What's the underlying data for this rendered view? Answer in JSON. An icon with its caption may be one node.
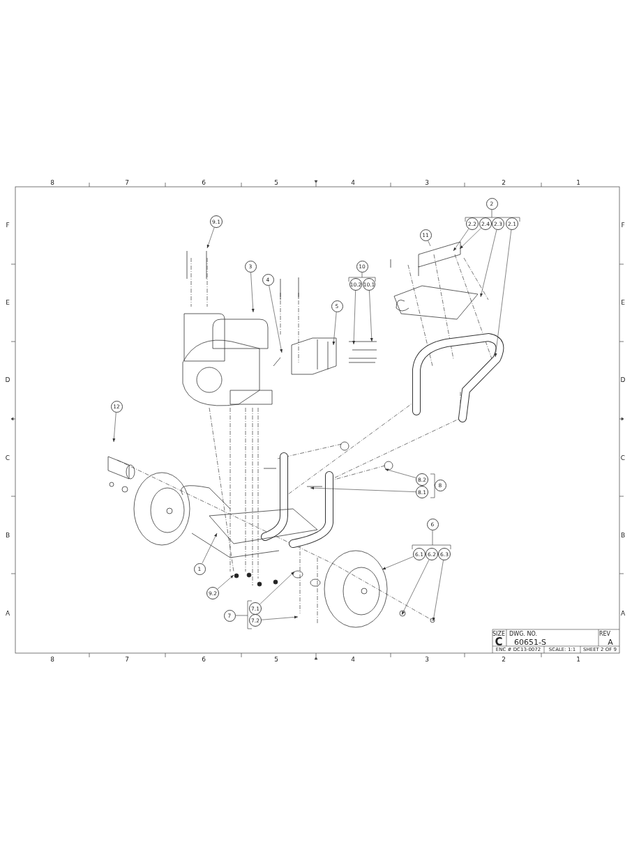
{
  "diagram": {
    "nodes": [
      {
        "text": [
          "2"
        ]
      },
      {
        "text": [
          "2.2"
        ]
      },
      {
        "text": [
          "2.4"
        ]
      },
      {
        "text": [
          "2.3"
        ]
      },
      {
        "text": [
          "2.1"
        ]
      },
      {
        "text": [
          "9.1"
        ]
      },
      {
        "text": [
          "11"
        ]
      },
      {
        "text": [
          "3"
        ]
      },
      {
        "text": [
          "10"
        ]
      },
      {
        "text": [
          "4"
        ]
      },
      {
        "text": [
          "10.2"
        ]
      },
      {
        "text": [
          "10.1"
        ]
      },
      {
        "text": [
          "5"
        ]
      },
      {
        "text": [
          "12"
        ]
      },
      {
        "text": [
          "8.2"
        ]
      },
      {
        "text": [
          "8"
        ]
      },
      {
        "text": [
          "8.1"
        ]
      },
      {
        "text": [
          "6"
        ]
      },
      {
        "text": [
          "6.1"
        ]
      },
      {
        "text": [
          "6.2"
        ]
      },
      {
        "text": [
          "6.3"
        ]
      },
      {
        "text": [
          "1"
        ]
      },
      {
        "text": [
          "9.2"
        ]
      },
      {
        "text": [
          "7.1"
        ]
      },
      {
        "text": [
          "7"
        ]
      },
      {
        "text": [
          "7.2"
        ]
      }
    ],
    "edges": [
      {
        "from": 1,
        "to": null,
        "arrow": "to"
      },
      {
        "from": 2,
        "to": null,
        "arrow": "to"
      },
      {
        "from": 3,
        "to": null,
        "arrow": "to"
      },
      {
        "from": 4,
        "to": null,
        "arrow": "to"
      },
      {
        "from": 5,
        "to": null,
        "arrow": "to"
      },
      {
        "from": 6,
        "to": null,
        "arrow": "none"
      },
      {
        "from": 7,
        "to": null,
        "arrow": "to"
      },
      {
        "from": 9,
        "to": null,
        "arrow": "to"
      },
      {
        "from": 10,
        "to": null,
        "arrow": "to"
      },
      {
        "from": 11,
        "to": null,
        "arrow": "to"
      },
      {
        "from": 12,
        "to": null,
        "arrow": "to"
      },
      {
        "from": 13,
        "to": null,
        "arrow": "to"
      },
      {
        "from": 14,
        "to": null,
        "arrow": "to"
      },
      {
        "from": 16,
        "to": null,
        "arrow": "to"
      },
      {
        "from": 18,
        "to": null,
        "arrow": "to"
      },
      {
        "from": 19,
        "to": null,
        "arrow": "to"
      },
      {
        "from": 20,
        "to": null,
        "arrow": "to"
      },
      {
        "from": 21,
        "to": null,
        "arrow": "to"
      },
      {
        "from": 22,
        "to": null,
        "arrow": "to"
      },
      {
        "from": 23,
        "to": null,
        "arrow": "to"
      },
      {
        "from": 25,
        "to": null,
        "arrow": "to"
      }
    ],
    "labels": [
      "8",
      "7",
      "6",
      "5",
      "4",
      "3",
      "2",
      "1",
      "F",
      "F",
      "E",
      "E",
      "D",
      "D",
      "C",
      "C",
      "B",
      "B",
      "A",
      "A",
      "SIZE",
      "DWG. NO.",
      "REV",
      "C",
      "60651-S",
      "A",
      "ENC # DC13-0072",
      "SCALE: 1:1",
      "SHEET 2 OF 9",
      "8",
      "7",
      "6",
      "5",
      "4",
      "3",
      "2",
      "1"
    ]
  }
}
